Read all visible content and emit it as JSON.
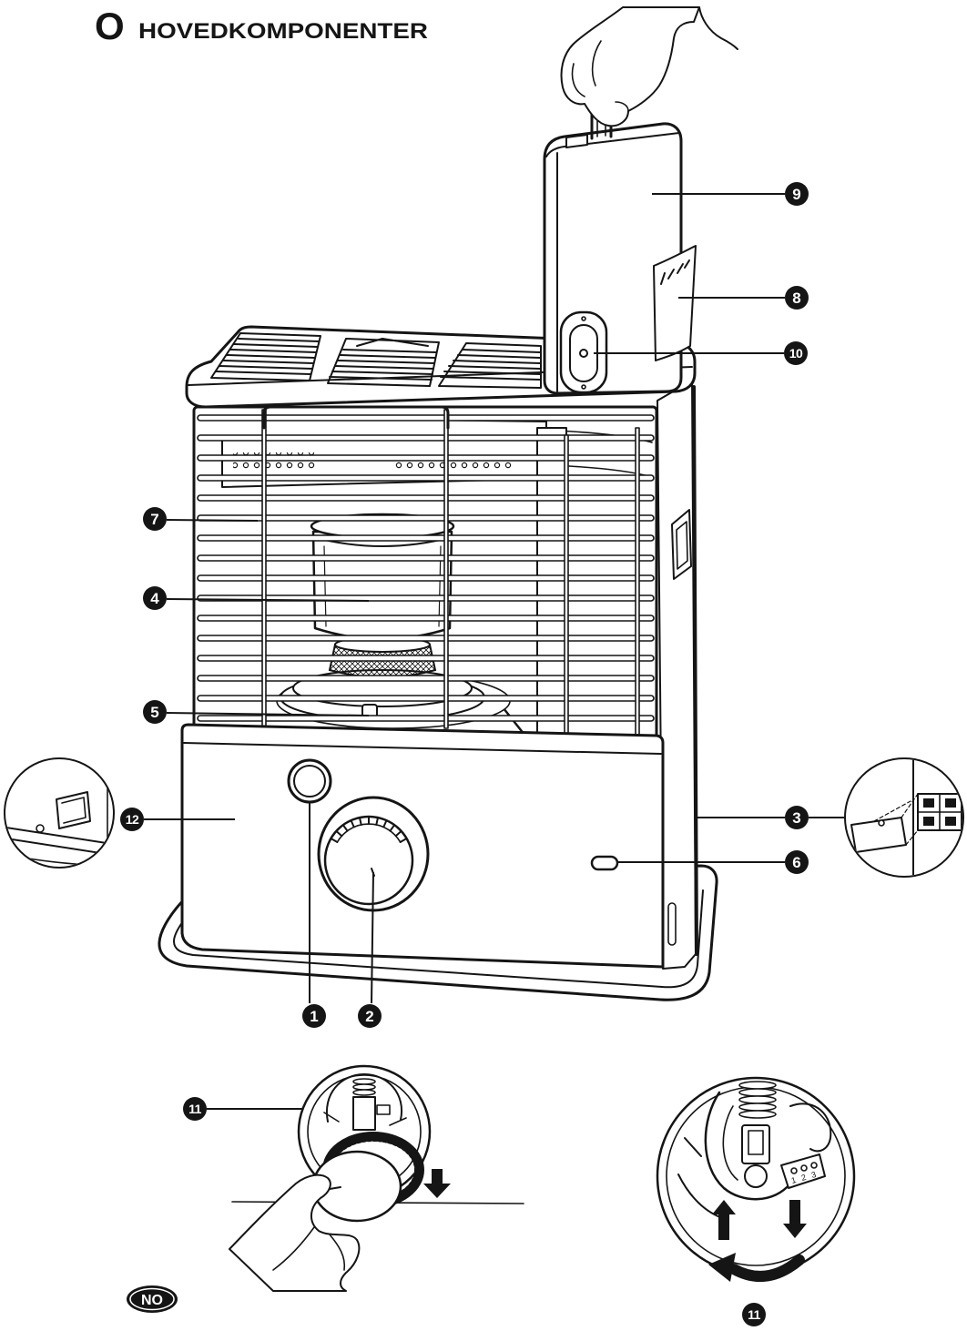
{
  "title": {
    "letter": "O",
    "text": "HOVEDKOMPONENTER"
  },
  "callouts": [
    "1",
    "2",
    "3",
    "4",
    "5",
    "6",
    "7",
    "8",
    "9",
    "10",
    "11",
    "12"
  ],
  "badge": "NO",
  "dial_marks": [
    "1",
    "2",
    "3"
  ],
  "colors": {
    "ink": "#151515",
    "paper": "#ffffff"
  }
}
